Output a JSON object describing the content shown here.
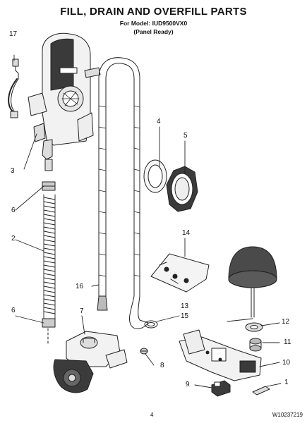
{
  "header": {
    "title": "FILL, DRAIN AND OVERFILL PARTS",
    "model_line": "For Model: IUD9500VX0",
    "panel_line": "(Panel Ready)"
  },
  "callouts": {
    "c1": "1",
    "c2": "2",
    "c3": "3",
    "c4": "4",
    "c5": "5",
    "c6a": "6",
    "c6b": "6",
    "c7": "7",
    "c8": "8",
    "c9": "9",
    "c10": "10",
    "c11": "11",
    "c12": "12",
    "c13": "13",
    "c14": "14",
    "c15": "15",
    "c16": "16",
    "c17": "17"
  },
  "footer": {
    "page_number": "4",
    "part_number": "W10237219"
  }
}
